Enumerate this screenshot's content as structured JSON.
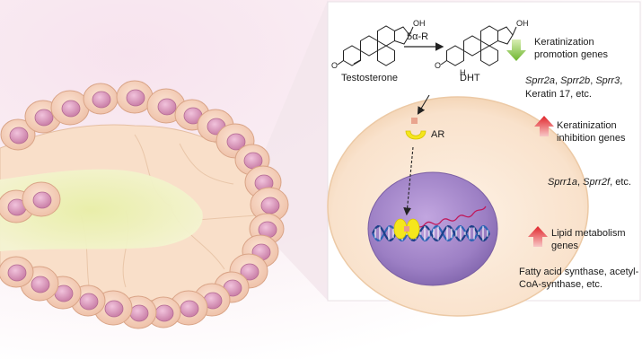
{
  "molecules": {
    "testosterone": "Testosterone",
    "dht": "DHT",
    "enzyme": "5α-R",
    "oh_label": "OH",
    "o_label": "O",
    "h_label": "H"
  },
  "receptor": {
    "label": "AR"
  },
  "gene_groups": [
    {
      "title_line1": "Keratinization",
      "title_line2": "promotion genes",
      "direction": "down",
      "arrow_color": "#8cc63f",
      "genes_italic": [
        "Sprr2a",
        "Sprr2b",
        "Sprr3"
      ],
      "genes_line2": "Keratin 17, etc."
    },
    {
      "title_line1": "Keratinization",
      "title_line2": "inhibition genes",
      "direction": "up",
      "arrow_color": "#e0262b",
      "genes_italic": [
        "Sprr1a",
        "Sprr2f"
      ],
      "genes_suffix": ", etc."
    },
    {
      "title_line1": "Lipid metabolism",
      "title_line2": "genes",
      "direction": "up",
      "arrow_color": "#e0262b",
      "genes_line1": "Fatty acid synthase, acetyl-",
      "genes_line2": "CoA-synthase, etc."
    }
  ],
  "colors": {
    "cell_fill": "#fce8d6",
    "nucleus_fill": "#9b7cc0",
    "ar_yellow": "#f5e61c",
    "lumen": "#eef2b4",
    "acinar_cell": "#f9d8c6",
    "acinar_nucleus": "#d795b6"
  }
}
